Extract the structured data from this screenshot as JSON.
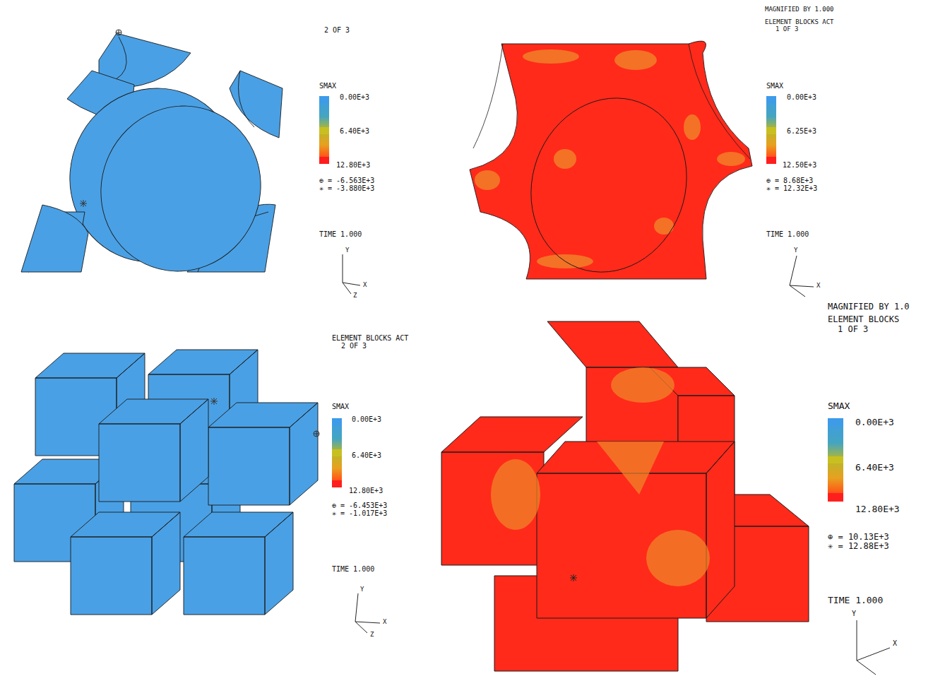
{
  "diagram": {
    "labels": [
      "2 OF 3",
      "SMAX",
      "⊕ = -6.563E+3",
      "✳ = -3.880E+3",
      "TIME 1.000",
      "Y",
      "X",
      "Z",
      "MAGNIFIED BY 1.000",
      "ELEMENT BLOCKS ACT",
      "1 OF 3",
      "SMAX",
      "⊕ = 8.68E+3",
      "✳ = 12.32E+3",
      "TIME 1.000",
      "Y",
      "X",
      "ELEMENT BLOCKS ACT",
      "2 OF 3",
      "SMAX",
      "⊕ = -6.453E+3",
      "✳ = -1.017E+3",
      "TIME 1.000",
      "Y",
      "X",
      "Z",
      "MAGNIFIED BY 1.0",
      "ELEMENT BLOCKS",
      "1 OF 3",
      "SMAX",
      "⊕ = 10.13E+3",
      "✳ = 12.88E+3",
      "TIME 1.000",
      "Y",
      "X"
    ],
    "legend": [
      {
        "text": "0.00E+3",
        "color": "#3d9be9"
      },
      {
        "text": "6.40E+3",
        "color": "#c8c020"
      },
      {
        "text": "12.80E+3",
        "color": "#ff1e1e"
      },
      {
        "text": "0.00E+3",
        "color": "#3d9be9"
      },
      {
        "text": "6.25E+3",
        "color": "#c8c020"
      },
      {
        "text": "12.50E+3",
        "color": "#ff1e1e"
      },
      {
        "text": "0.00E+3",
        "color": "#3d9be9"
      },
      {
        "text": "6.40E+3",
        "color": "#c8c020"
      },
      {
        "text": "12.80E+3",
        "color": "#ff1e1e"
      },
      {
        "text": "0.00E+3",
        "color": "#3d9be9"
      },
      {
        "text": "6.40E+3",
        "color": "#c8c020"
      },
      {
        "text": "12.80E+3",
        "color": "#ff1e1e"
      }
    ]
  }
}
